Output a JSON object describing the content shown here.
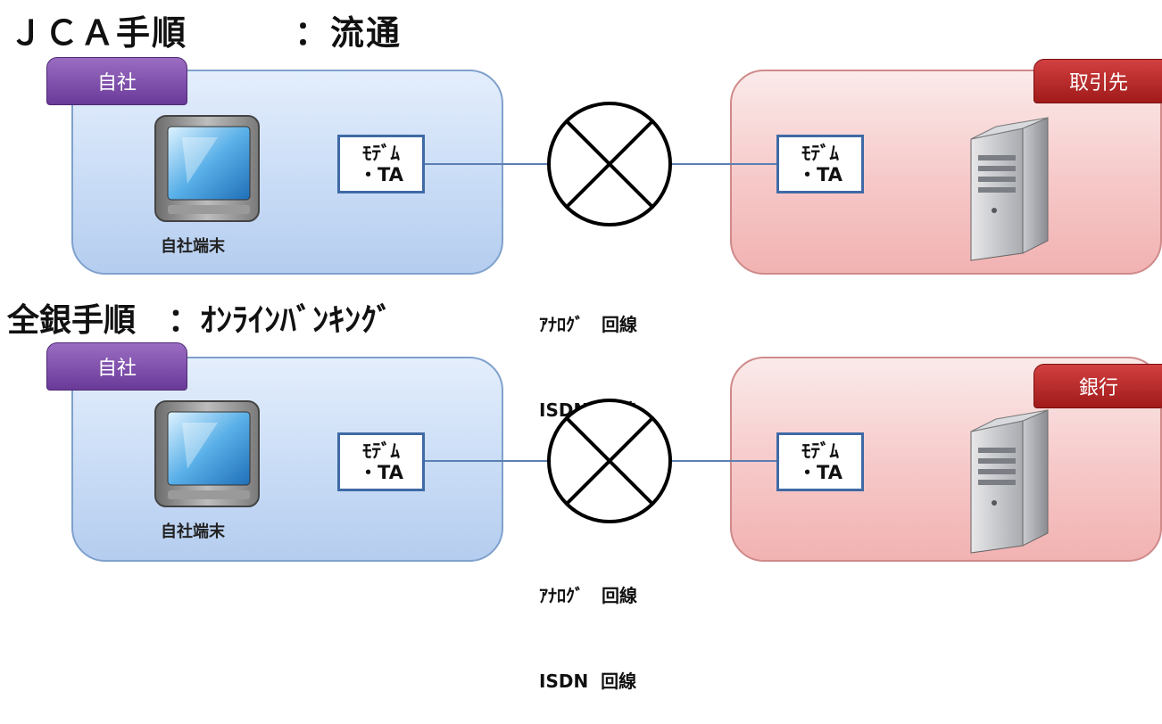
{
  "sections": [
    {
      "title": "ＪＣＡ手順　　　：流通",
      "own_tag": "自社",
      "terminal_label": "自社端末",
      "own_modem": [
        "ﾓﾃﾞﾑ",
        "・TA"
      ],
      "partner_tag": "取引先",
      "partner_modem": [
        "ﾓﾃﾞﾑ",
        "・TA"
      ],
      "line_types": [
        "ｱﾅﾛｸﾞ　回線",
        "ISDN  回線"
      ]
    },
    {
      "title": "全銀手順　：ｵﾝﾗｲﾝﾊﾞﾝｷﾝｸﾞ",
      "own_tag": "自社",
      "terminal_label": "自社端末",
      "own_modem": [
        "ﾓﾃﾞﾑ",
        "・TA"
      ],
      "partner_tag": "銀行",
      "partner_modem": [
        "ﾓﾃﾞﾑ",
        "・TA"
      ],
      "line_types": [
        "ｱﾅﾛｸﾞ　回線",
        "ISDN  回線"
      ]
    }
  ],
  "colors": {
    "own_panel": "#c9dcf6",
    "partner_panel": "#f6c8c8",
    "own_tag": "#6a3a99",
    "partner_tag": "#a01a1a",
    "modem_border": "#3f6aa6",
    "connector": "#5b7fb3"
  }
}
